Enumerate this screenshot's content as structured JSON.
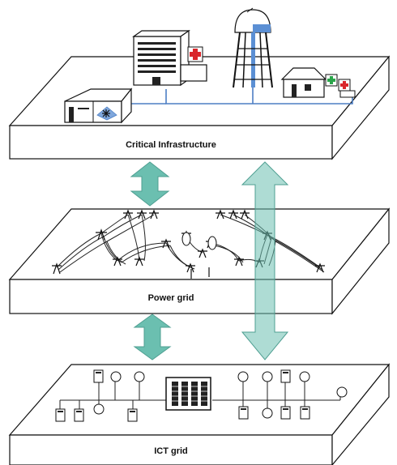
{
  "layers": [
    {
      "label": "Critical Infrastructure"
    },
    {
      "label": "Power grid"
    },
    {
      "label": "ICT grid"
    }
  ],
  "colors": {
    "arrow_fill": "#6bbfb0",
    "arrow_stroke": "#4f9f92",
    "water": "#5b8fd4",
    "cross_red": "#d9262b",
    "cross_green": "#2aa54a",
    "line_blue": "#4d7fc4"
  },
  "icons": [
    "hospital-icon",
    "water-tower-icon",
    "factory-icon",
    "pharmacy-house-icon",
    "transmission-tower-icon",
    "server-icon",
    "router-icon",
    "datacenter-icon"
  ]
}
